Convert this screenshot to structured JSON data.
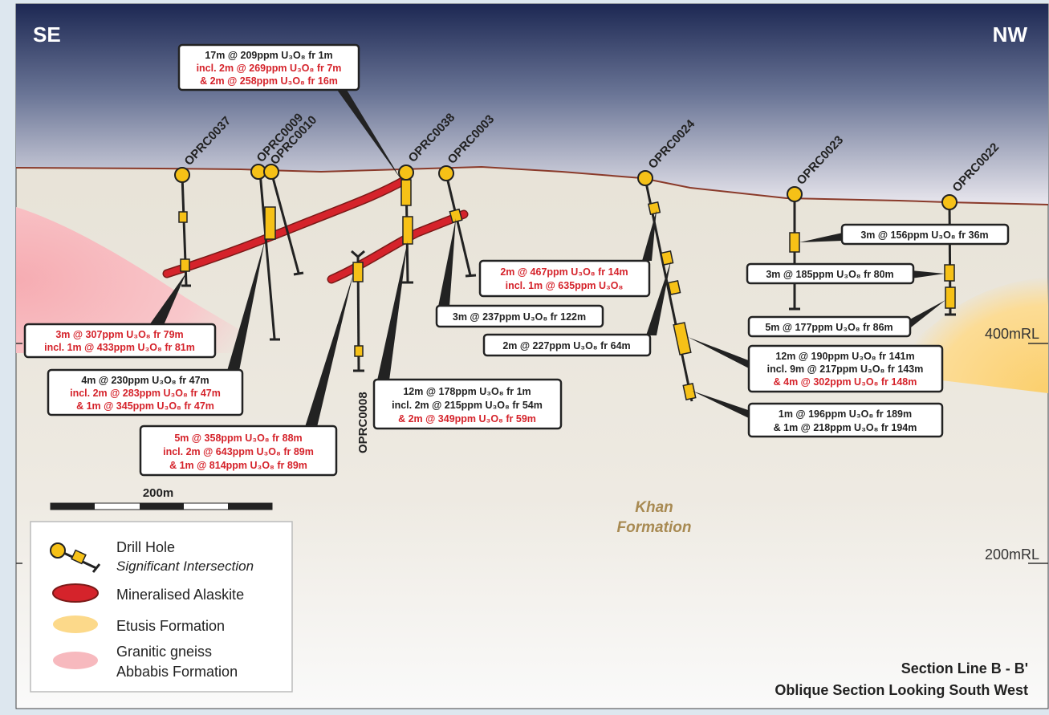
{
  "orientation": {
    "left": "SE",
    "right": "NW"
  },
  "elevations": [
    "400mRL",
    "200mRL"
  ],
  "scale_bar": {
    "label": "200m"
  },
  "formation_label": {
    "line1": "Khan",
    "line2": "Formation"
  },
  "section_title": {
    "line1": "Section Line B - B'",
    "line2": "Oblique Section Looking South West"
  },
  "legend": {
    "drill_hole": "Drill Hole",
    "significant_intersection": "Significant Intersection",
    "mineralised_alaskite": "Mineralised Alaskite",
    "etusis_formation": "Etusis Formation",
    "granitic_gneiss": "Granitic gneiss",
    "abbabis_formation": "Abbabis Formation"
  },
  "holes": {
    "opr0037": "OPRC0037",
    "opr0009": "OPRC0009",
    "opr0010": "OPRC0010",
    "opr0038": "OPRC0038",
    "opr0003": "OPRC0003",
    "opr0008": "OPRC0008",
    "opr0024": "OPRC0024",
    "opr0023": "OPRC0023",
    "opr0022": "OPRC0022"
  },
  "callouts": {
    "c1": [
      "17m @ 209ppm U₃O₈ fr 1m",
      "incl. 2m @ 269ppm U₃O₈ fr 7m",
      "& 2m @ 258ppm U₃O₈ fr 16m"
    ],
    "c2": [
      "3m @ 307ppm U₃O₈ fr 79m",
      "incl. 1m @ 433ppm U₃O₈ fr 81m"
    ],
    "c3": [
      "4m @ 230ppm U₃O₈ fr 47m",
      "incl. 2m @ 283ppm U₃O₈ fr 47m",
      "& 1m @ 345ppm U₃O₈ fr 47m"
    ],
    "c4": [
      "5m @ 358ppm U₃O₈ fr 88m",
      "incl. 2m @ 643ppm U₃O₈ fr 89m",
      "& 1m @ 814ppm U₃O₈ fr 89m"
    ],
    "c5": [
      "12m @ 178ppm U₃O₈ fr 1m",
      "incl. 2m @ 215ppm U₃O₈ fr 54m",
      "& 2m @ 349ppm U₃O₈ fr 59m"
    ],
    "c6": [
      "2m @ 467ppm U₃O₈ fr 14m",
      "incl. 1m @ 635ppm U₃O₈"
    ],
    "c7": [
      "3m @ 237ppm U₃O₈ fr 122m"
    ],
    "c8": [
      "2m @ 227ppm U₃O₈ fr 64m"
    ],
    "c9": [
      "3m @ 156ppm U₃O₈ fr 36m"
    ],
    "c10": [
      "3m @ 185ppm U₃O₈ fr 80m"
    ],
    "c11": [
      "5m @ 177ppm U₃O₈ fr 86m"
    ],
    "c12": [
      "12m @ 190ppm U₃O₈ fr 141m",
      "incl. 9m @ 217ppm U₃O₈ fr 143m",
      "& 4m @ 302ppm U₃O₈ fr 148m"
    ],
    "c13": [
      "1m @ 196ppm U₃O₈ fr 189m",
      "& 1m @ 218ppm U₃O₈ fr 194m"
    ]
  },
  "colors": {
    "sky_top": "#1f2a55",
    "ground": "#e6e1d5",
    "surface_line": "#8a3a2a",
    "alaskite": "#d5232b",
    "intersection": "#f6c117",
    "etusis": "#fcd98a",
    "gneiss": "#f7b9be",
    "highlight_text": "#d5232b",
    "formation_text": "#a88a52"
  }
}
